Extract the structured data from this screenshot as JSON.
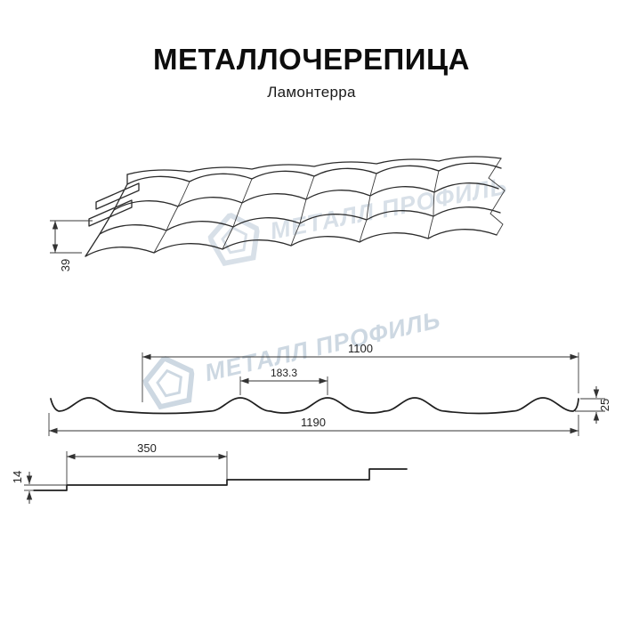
{
  "header": {
    "title": "МЕТАЛЛОЧЕРЕПИЦА",
    "subtitle": "Ламонтерра"
  },
  "watermark": {
    "text": "МЕТАЛЛ ПРОФИЛЬ",
    "color": "#b9c8d6"
  },
  "perspective_view": {
    "dim_step_height": "39"
  },
  "profile_view": {
    "dim_cover_width": "1100",
    "dim_wave_pitch": "183.3",
    "dim_profile_height": "25",
    "dim_full_width": "1190"
  },
  "step_view": {
    "dim_module_length": "350",
    "dim_step_height": "14"
  },
  "colors": {
    "line": "#2b2b2b",
    "watermark": "#b9c8d6"
  }
}
